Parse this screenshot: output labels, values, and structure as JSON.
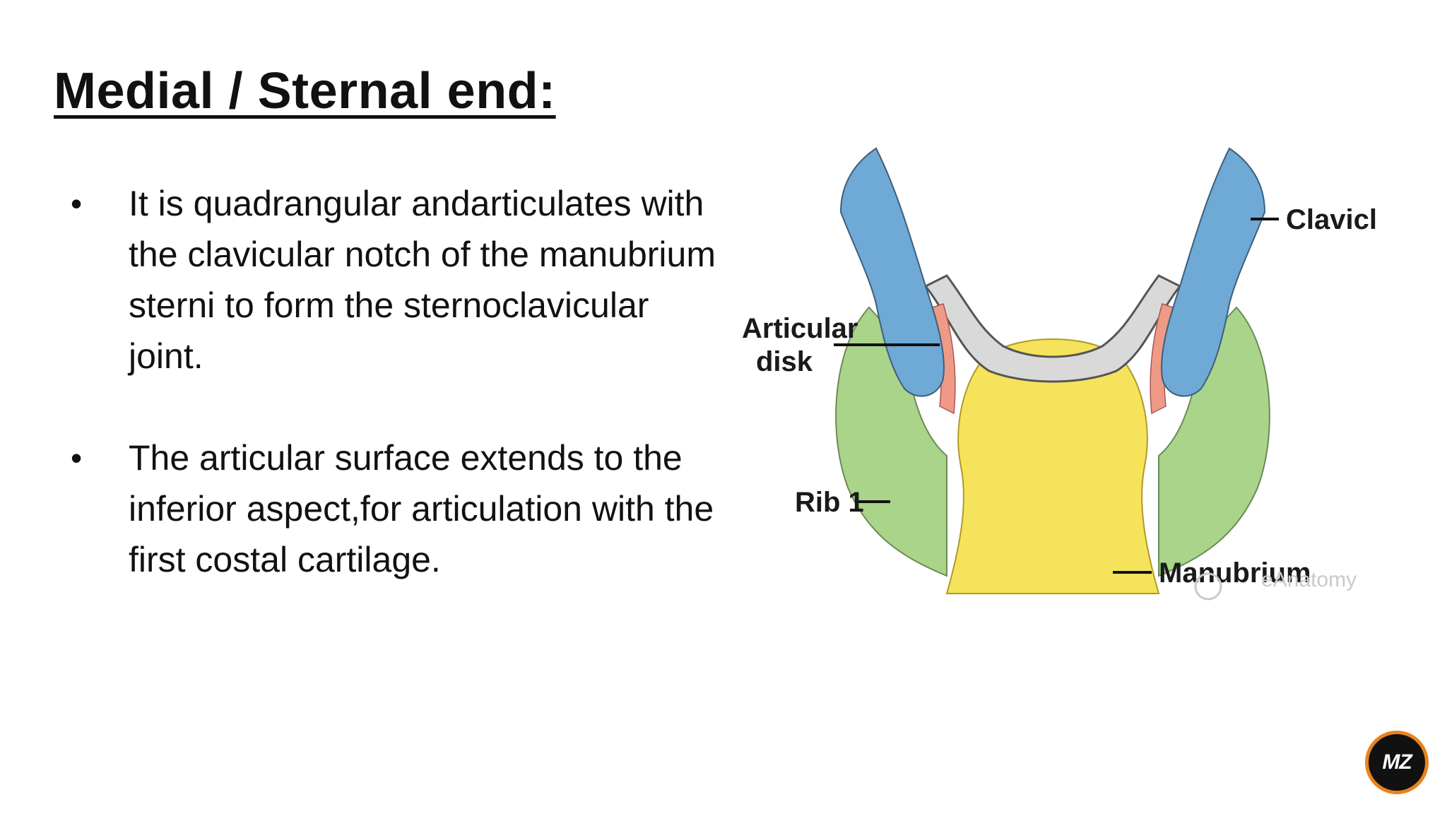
{
  "slide": {
    "title": "Medial / Sternal end:",
    "bullets": [
      {
        "symbol": "•",
        "text": "It is quadrangular andarticulates with the clavicular notch of the manubrium sterni to form the sternoclavicular joint."
      },
      {
        "symbol": "•",
        "text": "The articular surface extends to the inferior aspect,for articulation with the first costal cartilage."
      }
    ]
  },
  "figure": {
    "labels": {
      "clavicle": "Clavicle",
      "articular_line1": "Articular",
      "articular_line2": "disk",
      "rib1": "Rib 1",
      "manubrium": "Manubrium"
    },
    "watermark": "eAnatomy",
    "colors": {
      "clavicle": "#6fa9d6",
      "rib": "#a9d48a",
      "manubrium": "#f5e35c",
      "disk": "#ee9a86",
      "capsule": "#d9d9d9"
    }
  },
  "logo": {
    "text": "MZ",
    "ring_color": "#e8831f"
  }
}
